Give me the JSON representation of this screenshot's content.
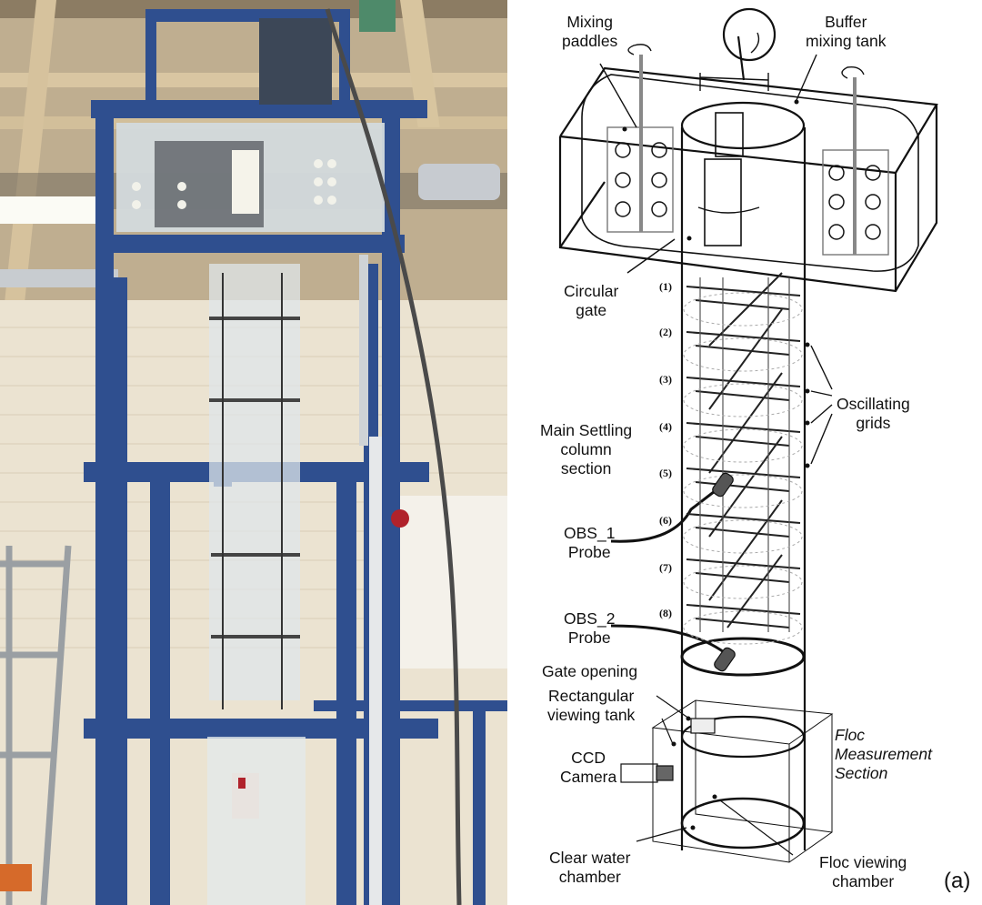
{
  "figure": {
    "panel_label": "(a)",
    "photo": {
      "description": "Photograph of laboratory settling column apparatus with blue steel frame",
      "colors": {
        "frame": "#2f4f8f",
        "wall": "#e9e1cf",
        "ceiling": "#c9b89b",
        "acrylic": "#dfe6ea",
        "valve": "#b0222b"
      }
    },
    "diagram": {
      "labels": {
        "mixing_paddles": [
          "Mixing",
          "paddles"
        ],
        "buffer_mixing_tank": [
          "Buffer",
          "mixing tank"
        ],
        "circular_gate": [
          "Circular",
          "gate"
        ],
        "oscillating_grids": [
          "Oscillating",
          "grids"
        ],
        "main_settling": [
          "Main Settling",
          "column",
          "section"
        ],
        "obs1": [
          "OBS_1",
          "Probe"
        ],
        "obs2": [
          "OBS_2",
          "Probe"
        ],
        "gate_opening": "Gate opening",
        "rect_viewing_tank": [
          "Rectangular",
          "viewing tank"
        ],
        "ccd_camera": [
          "CCD",
          "Camera"
        ],
        "floc_measurement": [
          "Floc",
          "Measurement",
          "Section"
        ],
        "clear_water": [
          "Clear water",
          "chamber"
        ],
        "floc_viewing": [
          "Floc viewing",
          "chamber"
        ]
      },
      "grid_numbers": [
        "(1)",
        "(2)",
        "(3)",
        "(4)",
        "(5)",
        "(6)",
        "(7)",
        "(8)"
      ]
    }
  }
}
